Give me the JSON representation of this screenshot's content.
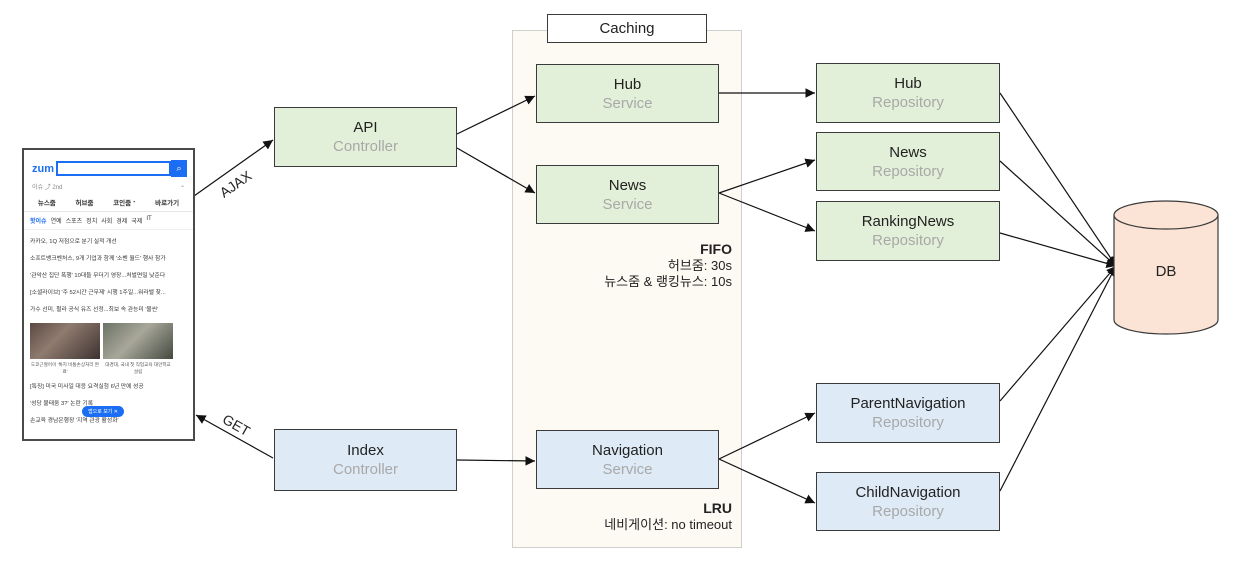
{
  "cache_region": {
    "title": "Caching",
    "fifo_note": {
      "heading": "FIFO",
      "line1": "허브줌: 30s",
      "line2": "뉴스줌 & 랭킹뉴스: 10s"
    },
    "lru_note": {
      "heading": "LRU",
      "line1": "네비게이션: no timeout"
    }
  },
  "nodes": {
    "api_controller": {
      "title": "API",
      "subtitle": "Controller"
    },
    "index_controller": {
      "title": "Index",
      "subtitle": "Controller"
    },
    "hub_service": {
      "title": "Hub",
      "subtitle": "Service"
    },
    "news_service": {
      "title": "News",
      "subtitle": "Service"
    },
    "navigation_service": {
      "title": "Navigation",
      "subtitle": "Service"
    },
    "hub_repository": {
      "title": "Hub",
      "subtitle": "Repository"
    },
    "news_repository": {
      "title": "News",
      "subtitle": "Repository"
    },
    "ranking_news_repository": {
      "title": "RankingNews",
      "subtitle": "Repository"
    },
    "parent_navigation_repository": {
      "title": "ParentNavigation",
      "subtitle": "Repository"
    },
    "child_navigation_repository": {
      "title": "ChildNavigation",
      "subtitle": "Repository"
    },
    "db": {
      "title": "DB"
    }
  },
  "edge_labels": {
    "ajax": "AJAX",
    "get": "GET"
  },
  "colors": {
    "green_fill": "#e2f0d9",
    "blue_fill": "#deebf7",
    "db_fill": "#fbe4d5",
    "cache_fill": "#fdfaf4"
  },
  "phone": {
    "logo": "zum",
    "search_icon": "search-icon",
    "subline_left": "이슈  ⤴ 2nd",
    "tabs": [
      "뉴스줌",
      "허브줌",
      "코인줌 ᐩ",
      "바로가기"
    ],
    "categories": [
      "핫이슈",
      "연예",
      "스포츠",
      "정치",
      "사회",
      "경제",
      "국제",
      "IT"
    ],
    "headlines": [
      "카카오, 1Q 저점으로 분기 실적 개선",
      "소프트뱅크벤처스, 9개 기업과 함께 '소벤 월드' 행사 참가",
      "'관악산 집단 폭행' 10대들 무더기 영장...처벌면밀 낮준다",
      "[소셜라이브] '주 52시간 근무제' 시행 1주일...워라밸 찾...",
      "가수 선미, 펄라 공식 유즈 선정...최보 속 관능미 '물씬'"
    ],
    "thumb_captions": [
      "도쿄근절어이 '톡지 비통손상처리 완료'",
      "대경대, 국내 첫 직업교육 대안학교 설립"
    ],
    "headlines2": [
      "[특징] 미국 미사일 대응 요격실험 6년 만에 성공",
      "'성당 불태움 3?' 논란 기록",
      "손교육 경남은행장 '지역 관광 활성화'"
    ],
    "pill": "앱으로 보기 ✕"
  }
}
